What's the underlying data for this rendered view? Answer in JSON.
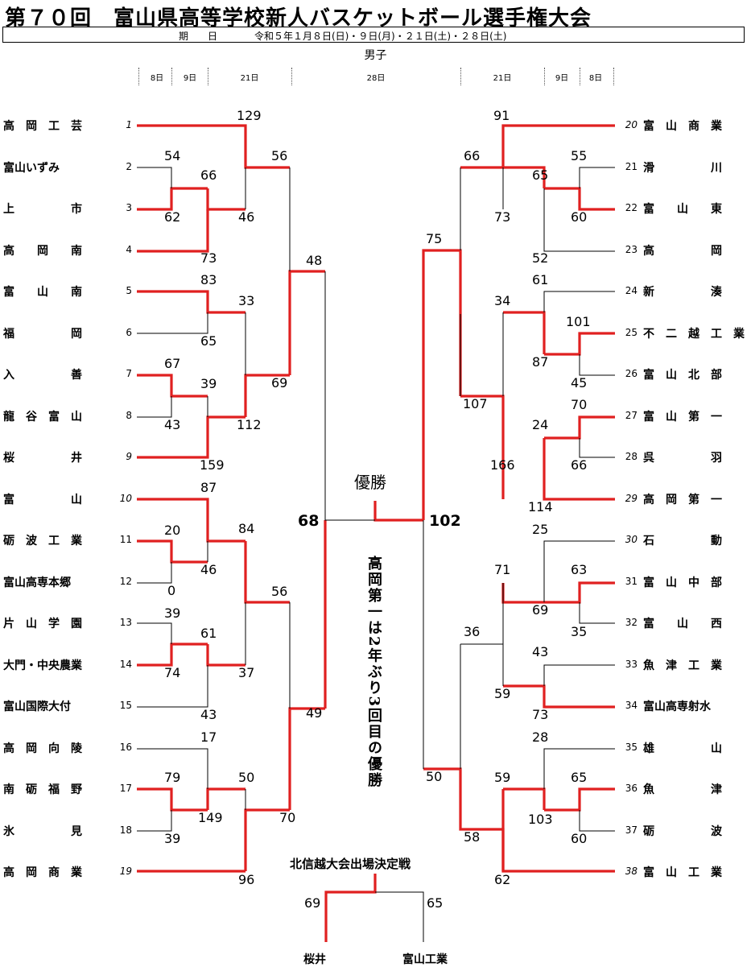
{
  "header": {
    "title": "第７０回　富山県高等学校新人バスケットボール選手権大会",
    "date_label": "期　　日",
    "date_value": "令和５年１月８日(日)・９日(月)・２１日(土)・２８日(土)",
    "division": "男子"
  },
  "rounds": {
    "left": [
      "8日",
      "9日",
      "21日"
    ],
    "center": "28日",
    "right": [
      "21日",
      "9日",
      "8日"
    ]
  },
  "teams_left": [
    {
      "seed": "1",
      "name": "高　岡　工　芸",
      "italic": true
    },
    {
      "seed": "2",
      "name": "富山いずみ",
      "italic": false
    },
    {
      "seed": "3",
      "name": "上　　　　　市",
      "italic": false
    },
    {
      "seed": "4",
      "name": "高　　岡　　南",
      "italic": false
    },
    {
      "seed": "5",
      "name": "富　　山　　南",
      "italic": false
    },
    {
      "seed": "6",
      "name": "福　　　　　岡",
      "italic": false
    },
    {
      "seed": "7",
      "name": "入　　　　　善",
      "italic": false
    },
    {
      "seed": "8",
      "name": "龍　谷　富　山",
      "italic": false
    },
    {
      "seed": "9",
      "name": "桜　　　　　井",
      "italic": true
    },
    {
      "seed": "10",
      "name": "富　　　　　山",
      "italic": true
    },
    {
      "seed": "11",
      "name": "砺　波　工　業",
      "italic": false
    },
    {
      "seed": "12",
      "name": "富山高専本郷",
      "italic": false
    },
    {
      "seed": "13",
      "name": "片　山　学　園",
      "italic": false
    },
    {
      "seed": "14",
      "name": "大門・中央農業",
      "italic": false
    },
    {
      "seed": "15",
      "name": "富山国際大付",
      "italic": false
    },
    {
      "seed": "16",
      "name": "高　岡　向　陵",
      "italic": false
    },
    {
      "seed": "17",
      "name": "南　砺　福　野",
      "italic": false
    },
    {
      "seed": "18",
      "name": "氷　　　　　見",
      "italic": false
    },
    {
      "seed": "19",
      "name": "高　岡　商　業",
      "italic": true
    }
  ],
  "teams_right": [
    {
      "seed": "20",
      "name": "富　山　商　業",
      "italic": true
    },
    {
      "seed": "21",
      "name": "滑　　　　　川",
      "italic": false
    },
    {
      "seed": "22",
      "name": "富　　山　　東",
      "italic": false
    },
    {
      "seed": "23",
      "name": "高　　　　　岡",
      "italic": false
    },
    {
      "seed": "24",
      "name": "新　　　　　湊",
      "italic": false
    },
    {
      "seed": "25",
      "name": "不　二　越　工　業",
      "italic": false
    },
    {
      "seed": "26",
      "name": "富　山　北　部",
      "italic": false
    },
    {
      "seed": "27",
      "name": "富　山　第　一",
      "italic": false
    },
    {
      "seed": "28",
      "name": "呉　　　　　羽",
      "italic": false
    },
    {
      "seed": "29",
      "name": "高　岡　第　一",
      "italic": true
    },
    {
      "seed": "30",
      "name": "石　　　　　動",
      "italic": true
    },
    {
      "seed": "31",
      "name": "富　山　中　部",
      "italic": false
    },
    {
      "seed": "32",
      "name": "富　　山　　西",
      "italic": false
    },
    {
      "seed": "33",
      "name": "魚　津　工　業",
      "italic": false
    },
    {
      "seed": "34",
      "name": "富山高専射水",
      "italic": false
    },
    {
      "seed": "35",
      "name": "雄　　　　　山",
      "italic": false
    },
    {
      "seed": "36",
      "name": "魚　　　　　津",
      "italic": false
    },
    {
      "seed": "37",
      "name": "砺　　　　　波",
      "italic": false
    },
    {
      "seed": "38",
      "name": "富　山　工　業",
      "italic": true
    }
  ],
  "scores": {
    "s129": "129",
    "s56a": "56",
    "s54": "54",
    "s66a": "66",
    "s62": "62",
    "s46a": "46",
    "s73a": "73",
    "s48": "48",
    "s83": "83",
    "s33": "33",
    "s65a": "65",
    "s69a": "69",
    "s67": "67",
    "s39a": "39",
    "s43a": "43",
    "s112": "112",
    "s159": "159",
    "s87a": "87",
    "s84": "84",
    "s20": "20",
    "s46b": "46",
    "s0": "0",
    "s56b": "56",
    "s39b": "39",
    "s61a": "61",
    "s74": "74",
    "s37": "37",
    "s43b": "43",
    "s49": "49",
    "s17": "17",
    "s50a": "50",
    "s79": "79",
    "s149": "149",
    "s39c": "39",
    "s70a": "70",
    "s96": "96",
    "s68": "68",
    "s102": "102",
    "s91": "91",
    "s66b": "66",
    "s55": "55",
    "s65b": "65",
    "s73b": "73",
    "s60a": "60",
    "s75": "75",
    "s52": "52",
    "s61b": "61",
    "s34": "34",
    "s101": "101",
    "s87b": "87",
    "s45": "45",
    "s107": "107",
    "s70b": "70",
    "s24": "24",
    "s66c": "66",
    "s166": "166",
    "s114": "114",
    "s25": "25",
    "s71": "71",
    "s63": "63",
    "s69b": "69",
    "s35": "35",
    "s36": "36",
    "s43c": "43",
    "s59a": "59",
    "s73c": "73",
    "s50b": "50",
    "s28": "28",
    "s59b": "59",
    "s65c": "65",
    "s103": "103",
    "s60b": "60",
    "s58": "58",
    "s62b": "62",
    "h69": "69",
    "h65": "65"
  },
  "champion_label": "優勝",
  "champion_note": "高岡第一は2年ぶり3回目の優勝",
  "hokushinetsu": {
    "title": "北信越大会出場決定戦",
    "left_team": "桜井",
    "right_team": "富山工業"
  },
  "colors": {
    "winner_line": "#e02020",
    "loser_line": "#000000"
  }
}
